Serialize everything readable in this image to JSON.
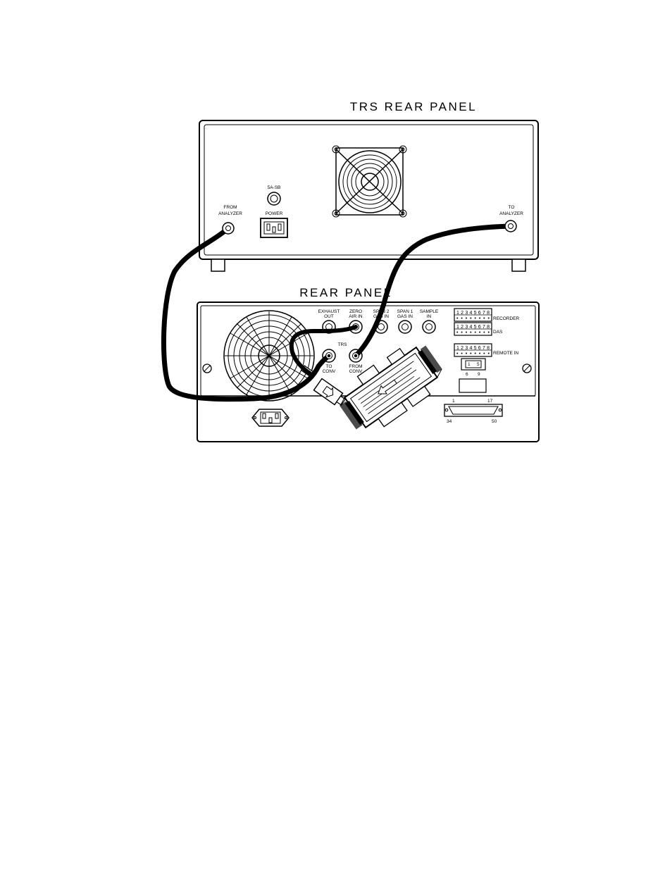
{
  "figure": {
    "trs_panel": {
      "title": "TRS REAR PANEL",
      "from_analyzer": [
        "FROM",
        "ANALYZER"
      ],
      "to_analyzer": [
        "TO",
        "ANALYZER"
      ],
      "fuse": "5A-SB",
      "power": "POWER"
    },
    "analyzer_panel": {
      "title": "REAR PANEL",
      "exhaust_out": [
        "EXHAUST",
        "OUT"
      ],
      "zero_air_in": [
        "ZERO",
        "AIR IN"
      ],
      "span2_gas_in": [
        "SPAN 2",
        "GAS IN"
      ],
      "span1_gas_in": [
        "SPAN 1",
        "GAS IN"
      ],
      "sample_in": [
        "SAMPLE",
        "IN"
      ],
      "trs": "TRS",
      "to_conv": [
        "TO",
        "CONV"
      ],
      "from_conv": [
        "FROM",
        "CONV"
      ],
      "recorder": "RECORDER",
      "das": "DAS",
      "remote_in": "REMOTE IN",
      "terminal_numbers": "1 2 3 4 5 6 7 8",
      "db9_pins": [
        "1",
        "5",
        "6",
        "9"
      ],
      "db50_pins": [
        "1",
        "17",
        "34",
        "50"
      ]
    }
  }
}
